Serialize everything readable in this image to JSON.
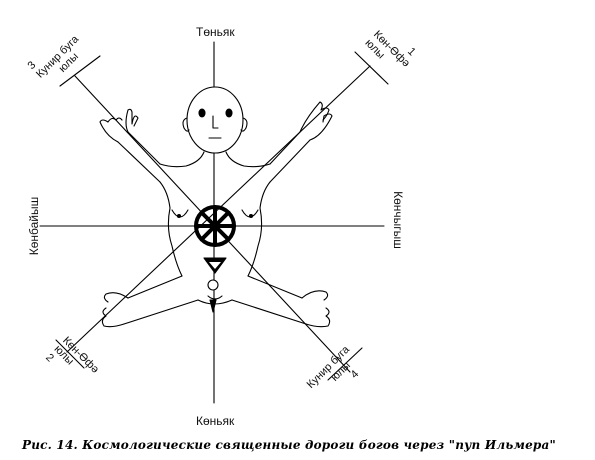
{
  "directions": {
    "north": "Төньяк",
    "south": "Көньяк",
    "west": "Көнбайыш",
    "east": "Көнчыгыш"
  },
  "paths": {
    "nw": {
      "number": "3",
      "line1": "Кунир буга",
      "line2": "юлы"
    },
    "ne": {
      "number": "1",
      "line1": "Көн-Өфә",
      "line2": "юлы"
    },
    "sw": {
      "number": "2",
      "line1": "Көн-Өфә",
      "line2": "юлы"
    },
    "se": {
      "number": "4",
      "line1": "Кунир буга",
      "line2": "юлы"
    }
  },
  "caption": "Рис. 14. Космологические священные дороги богов через \"пуп Ильмера\""
}
